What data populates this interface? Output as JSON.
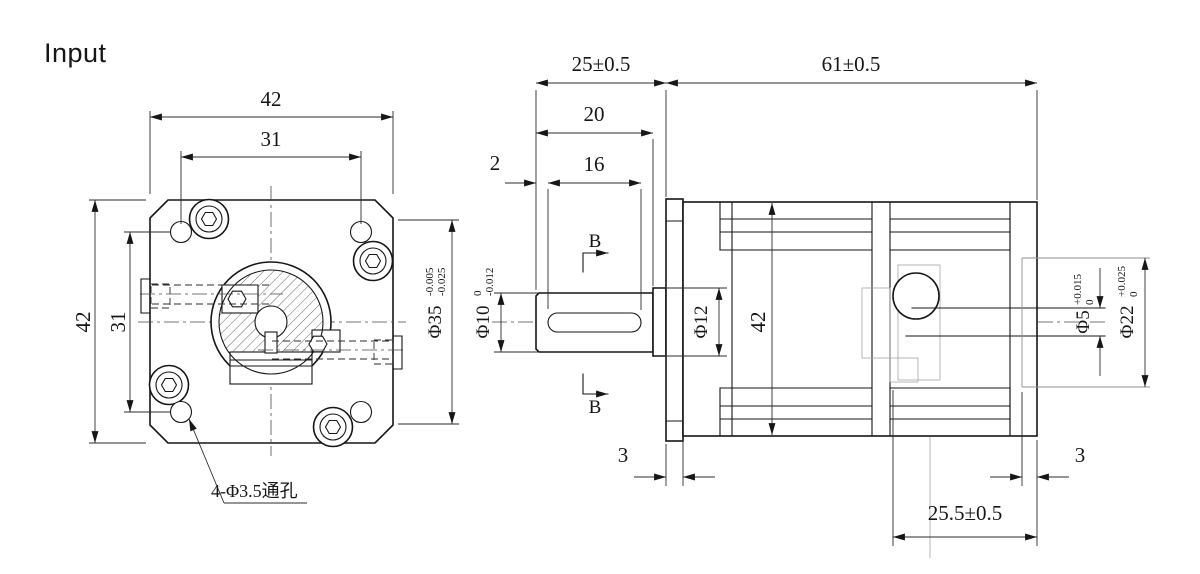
{
  "title": "Input",
  "front_view": {
    "dim_top_outer": "42",
    "dim_top_inner": "31",
    "dim_left_outer": "42",
    "dim_left_inner": "31",
    "boss_dia": {
      "main": "Φ35",
      "tol_upper": "-0.005",
      "tol_lower": "-0.025"
    },
    "holes_note": "4-Φ3.5通孔"
  },
  "side_view": {
    "dim_protrusion": "25±0.5",
    "dim_body_length": "61±0.5",
    "dim_shaft": "20",
    "dim_keyway": "16",
    "dim_tip_gap": "2",
    "shaft_dia": {
      "main": "Φ10",
      "tol_upper": "0",
      "tol_lower": "-0.012"
    },
    "collar_dia": "Φ12",
    "dim_height": "42",
    "rear_hole_dia": {
      "main": "Φ5",
      "tol_upper": "+0.015",
      "tol_lower": "0"
    },
    "rear_recess_dia": {
      "main": "Φ22",
      "tol_upper": "+0.025",
      "tol_lower": "0"
    },
    "dim_plate": "3",
    "dim_recess_depth": "3",
    "dim_rear_span": "25.5±0.5",
    "section_marker": "B"
  }
}
